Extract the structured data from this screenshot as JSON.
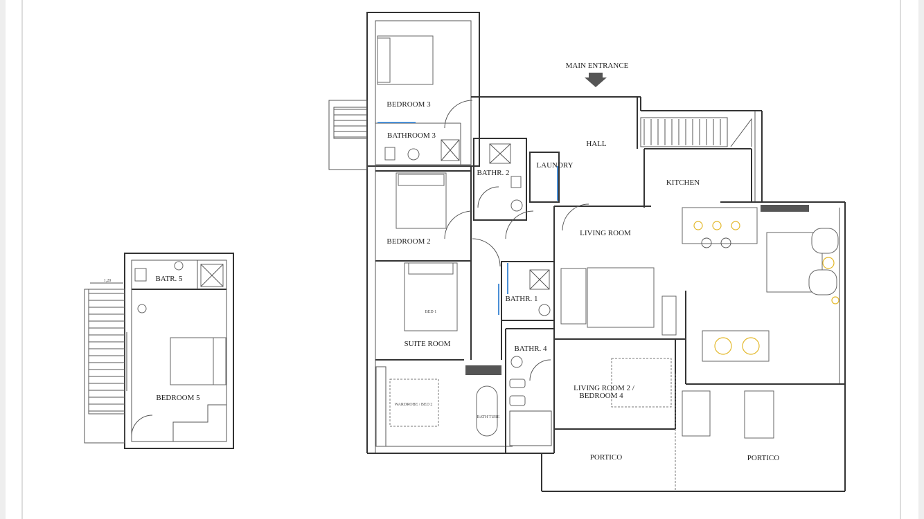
{
  "plan": {
    "main_entrance": "MAIN ENTRANCE",
    "rooms": {
      "bedroom3": "BEDROOM 3",
      "bathroom3": "BATHROOM 3",
      "hall": "HALL",
      "laundry": "LAUNDRY",
      "bathr2": "BATHR. 2",
      "kitchen": "KITCHEN",
      "bedroom2": "BEDROOM 2",
      "living_room": "LIVING ROOM",
      "bathr1": "BATHR. 1",
      "bed1": "BED 1",
      "suite_room": "SUITE ROOM",
      "bathr4": "BATHR. 4",
      "living_room2_line1": "LIVING ROOM 2 /",
      "living_room2_line2": "BEDROOM 4",
      "wardrobe": "WARDROBE / BED 2",
      "bath_tube": "BATH TUBE",
      "portico1": "PORTICO",
      "portico2": "PORTICO"
    },
    "annex": {
      "batr5": "BATR. 5",
      "bedroom5": "BEDROOM 5",
      "dimension": "1,20"
    }
  },
  "colors": {
    "wall": "#333333",
    "door_highlight": "#4a8fd6",
    "furniture_accent": "#e3b82a"
  }
}
